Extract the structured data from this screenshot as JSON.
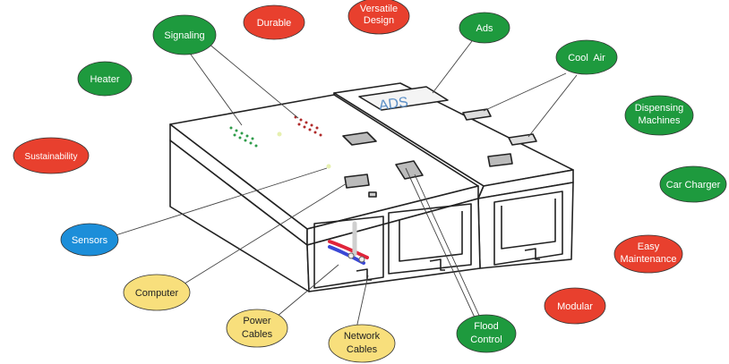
{
  "labels": {
    "signaling": {
      "lines": [
        "Signaling"
      ],
      "color": "green"
    },
    "durable": {
      "lines": [
        "Durable"
      ],
      "color": "red"
    },
    "versatile": {
      "lines": [
        "Versatile",
        "Design"
      ],
      "color": "red"
    },
    "ads": {
      "lines": [
        "Ads"
      ],
      "color": "green"
    },
    "cool_air": {
      "lines": [
        "Cool  Air"
      ],
      "color": "green"
    },
    "heater": {
      "lines": [
        "Heater"
      ],
      "color": "green"
    },
    "dispensing": {
      "lines": [
        "Dispensing",
        "Machines"
      ],
      "color": "green"
    },
    "sustainability": {
      "lines": [
        "Sustainability"
      ],
      "color": "red"
    },
    "car_charger": {
      "lines": [
        "Car Charger"
      ],
      "color": "green"
    },
    "sensors": {
      "lines": [
        "Sensors"
      ],
      "color": "blue"
    },
    "easy_maintenance": {
      "lines": [
        "Easy",
        "Maintenance"
      ],
      "color": "red"
    },
    "modular": {
      "lines": [
        "Modular"
      ],
      "color": "red"
    },
    "computer": {
      "lines": [
        "Computer"
      ],
      "color": "yellow"
    },
    "power_cables": {
      "lines": [
        "Power",
        "Cables"
      ],
      "color": "yellow"
    },
    "network_cables": {
      "lines": [
        "Network",
        "Cables"
      ],
      "color": "yellow"
    },
    "flood_control": {
      "lines": [
        "Flood",
        "Control"
      ],
      "color": "green"
    }
  },
  "screen_text": "ADS",
  "colors": {
    "green": "#1e9a3e",
    "red": "#e8402e",
    "blue": "#1c8ed9",
    "yellow": "#f8df7c",
    "outline": "#444444",
    "screen_text": "#5b8fc7",
    "cable_red": "#e0243a",
    "cable_blue": "#3a48d6"
  }
}
